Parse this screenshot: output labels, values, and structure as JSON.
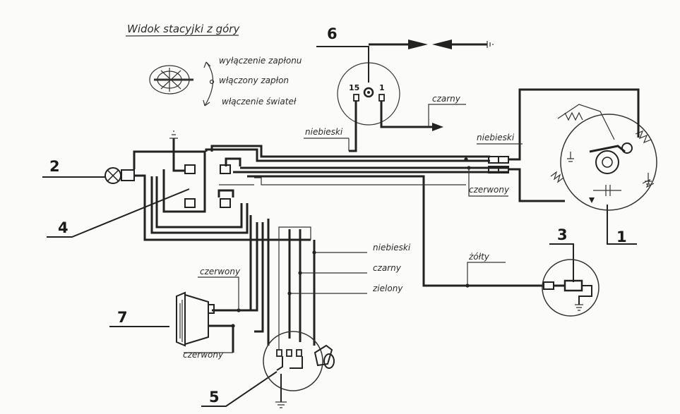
{
  "title": "Widok stacyjki z góry",
  "legend": {
    "ignition_off": "wyłączenie zapłonu",
    "ignition_on": "włączony zapłon",
    "lights_on": "włączenie świateł"
  },
  "switch_terminals": {
    "t15": "15",
    "t1": "1"
  },
  "callouts": {
    "n1": "1",
    "n2": "2",
    "n3": "3",
    "n4": "4",
    "n5": "5",
    "n6": "6",
    "n7": "7"
  },
  "wires": {
    "czarny_top": "czarny",
    "niebieski_left": "niebieski",
    "niebieski_right": "niebieski",
    "czerwony_mid": "czerwony",
    "zolty": "żółty",
    "niebieski_low": "niebieski",
    "czarny_low": "czarny",
    "zielony": "zielony",
    "czerwony_upper": "czerwony",
    "czerwony_lower": "czerwony"
  },
  "colors": {
    "ink": "#222222",
    "paper": "#fbfbf9"
  },
  "icons": [
    "bulb-icon",
    "ground-icon",
    "arrow-right-icon",
    "arrow-left-icon",
    "ignition-switch-icon"
  ]
}
